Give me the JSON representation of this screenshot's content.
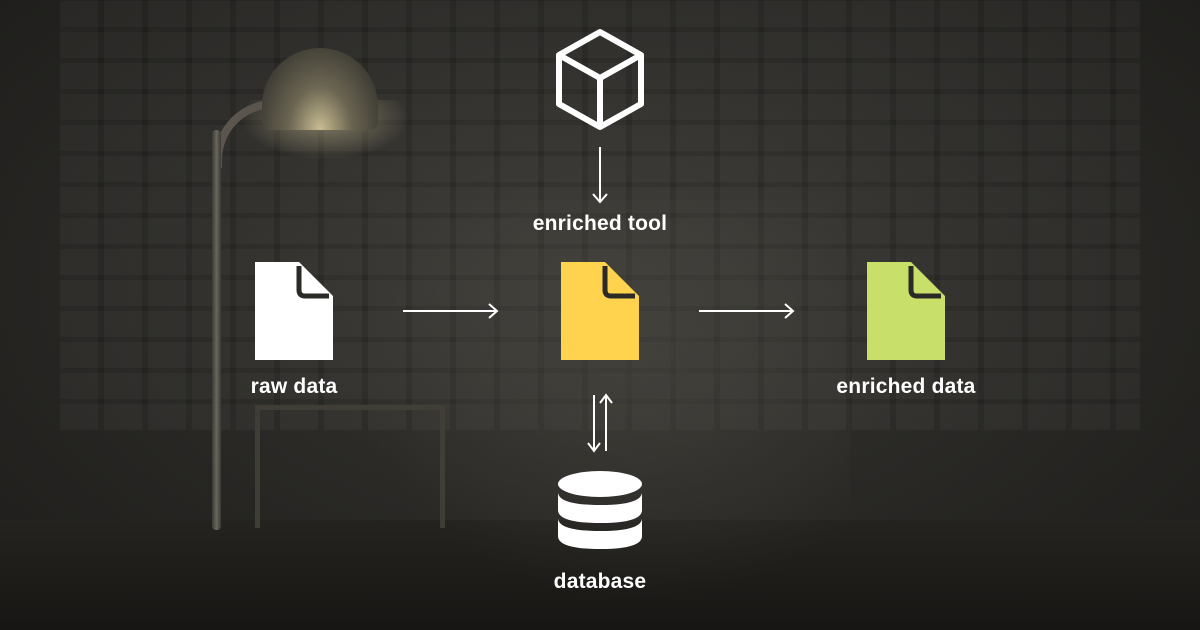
{
  "nodes": {
    "tool": {
      "label": "enriched tool",
      "icon": "cube-icon"
    },
    "raw": {
      "label": "raw data",
      "icon": "document-icon",
      "color": "#ffffff"
    },
    "process": {
      "icon": "document-icon",
      "color": "#ffd34e"
    },
    "enriched": {
      "label": "enriched data",
      "icon": "document-icon",
      "color": "#c8e06a"
    },
    "database": {
      "label": "database",
      "icon": "database-icon"
    }
  },
  "colors": {
    "text": "#ffffff",
    "arrow": "#ffffff",
    "background": "#2b2a27"
  }
}
